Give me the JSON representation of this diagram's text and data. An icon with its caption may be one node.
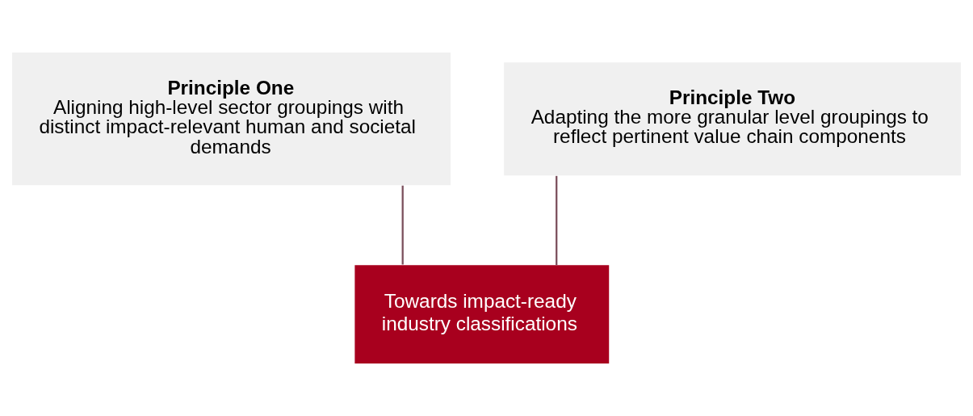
{
  "diagram": {
    "nodes": [
      {
        "text": [
          "Principle One",
          "Aligning high-level sector groupings with distinct impact-relevant human and societal demands"
        ]
      },
      {
        "text": [
          "Principle Two",
          "Adapting the more granular level groupings to reflect pertinent value chain components"
        ]
      },
      {
        "text": [
          "Towards impact-ready industry classifications"
        ]
      }
    ],
    "edges": [
      {
        "from": 0,
        "to": 2,
        "arrow": "none"
      },
      {
        "from": 1,
        "to": 2,
        "arrow": "none"
      }
    ]
  }
}
